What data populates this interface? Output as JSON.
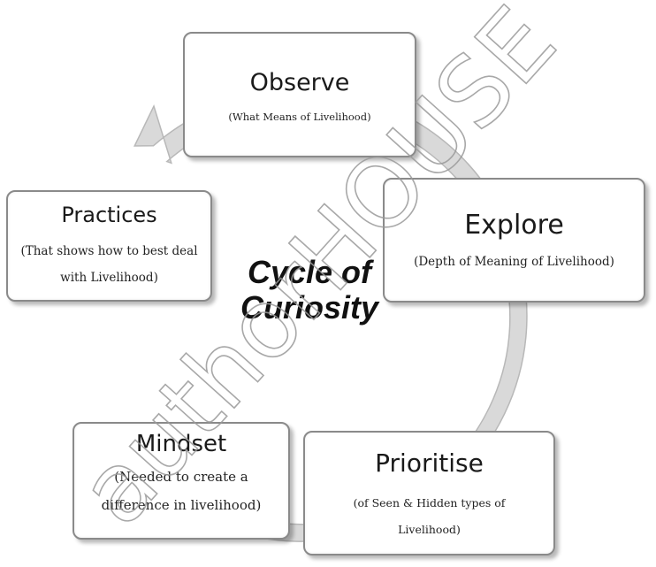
{
  "diagram": {
    "center_title_line1": "Cycle of",
    "center_title_line2": "Curiosity",
    "stages": [
      {
        "title": "Observe",
        "subtitle": "(What Means of Livelihood)"
      },
      {
        "title": "Explore",
        "subtitle": "(Depth of Meaning of Livelihood)"
      },
      {
        "title": "Prioritise",
        "subtitle": "(of Seen & Hidden types of Livelihood)"
      },
      {
        "title": "Mindset",
        "subtitle": "(Needed to create a difference in livelihood)"
      },
      {
        "title": "Practices",
        "subtitle": "(That shows how to best deal with Livelihood)"
      }
    ],
    "watermark": "authorHOUSE"
  },
  "colors": {
    "ring_fill": "#d9d9d9",
    "ring_stroke": "#b8b8b8",
    "box_border": "#8a8a8a",
    "watermark": "#9a9a9a"
  }
}
